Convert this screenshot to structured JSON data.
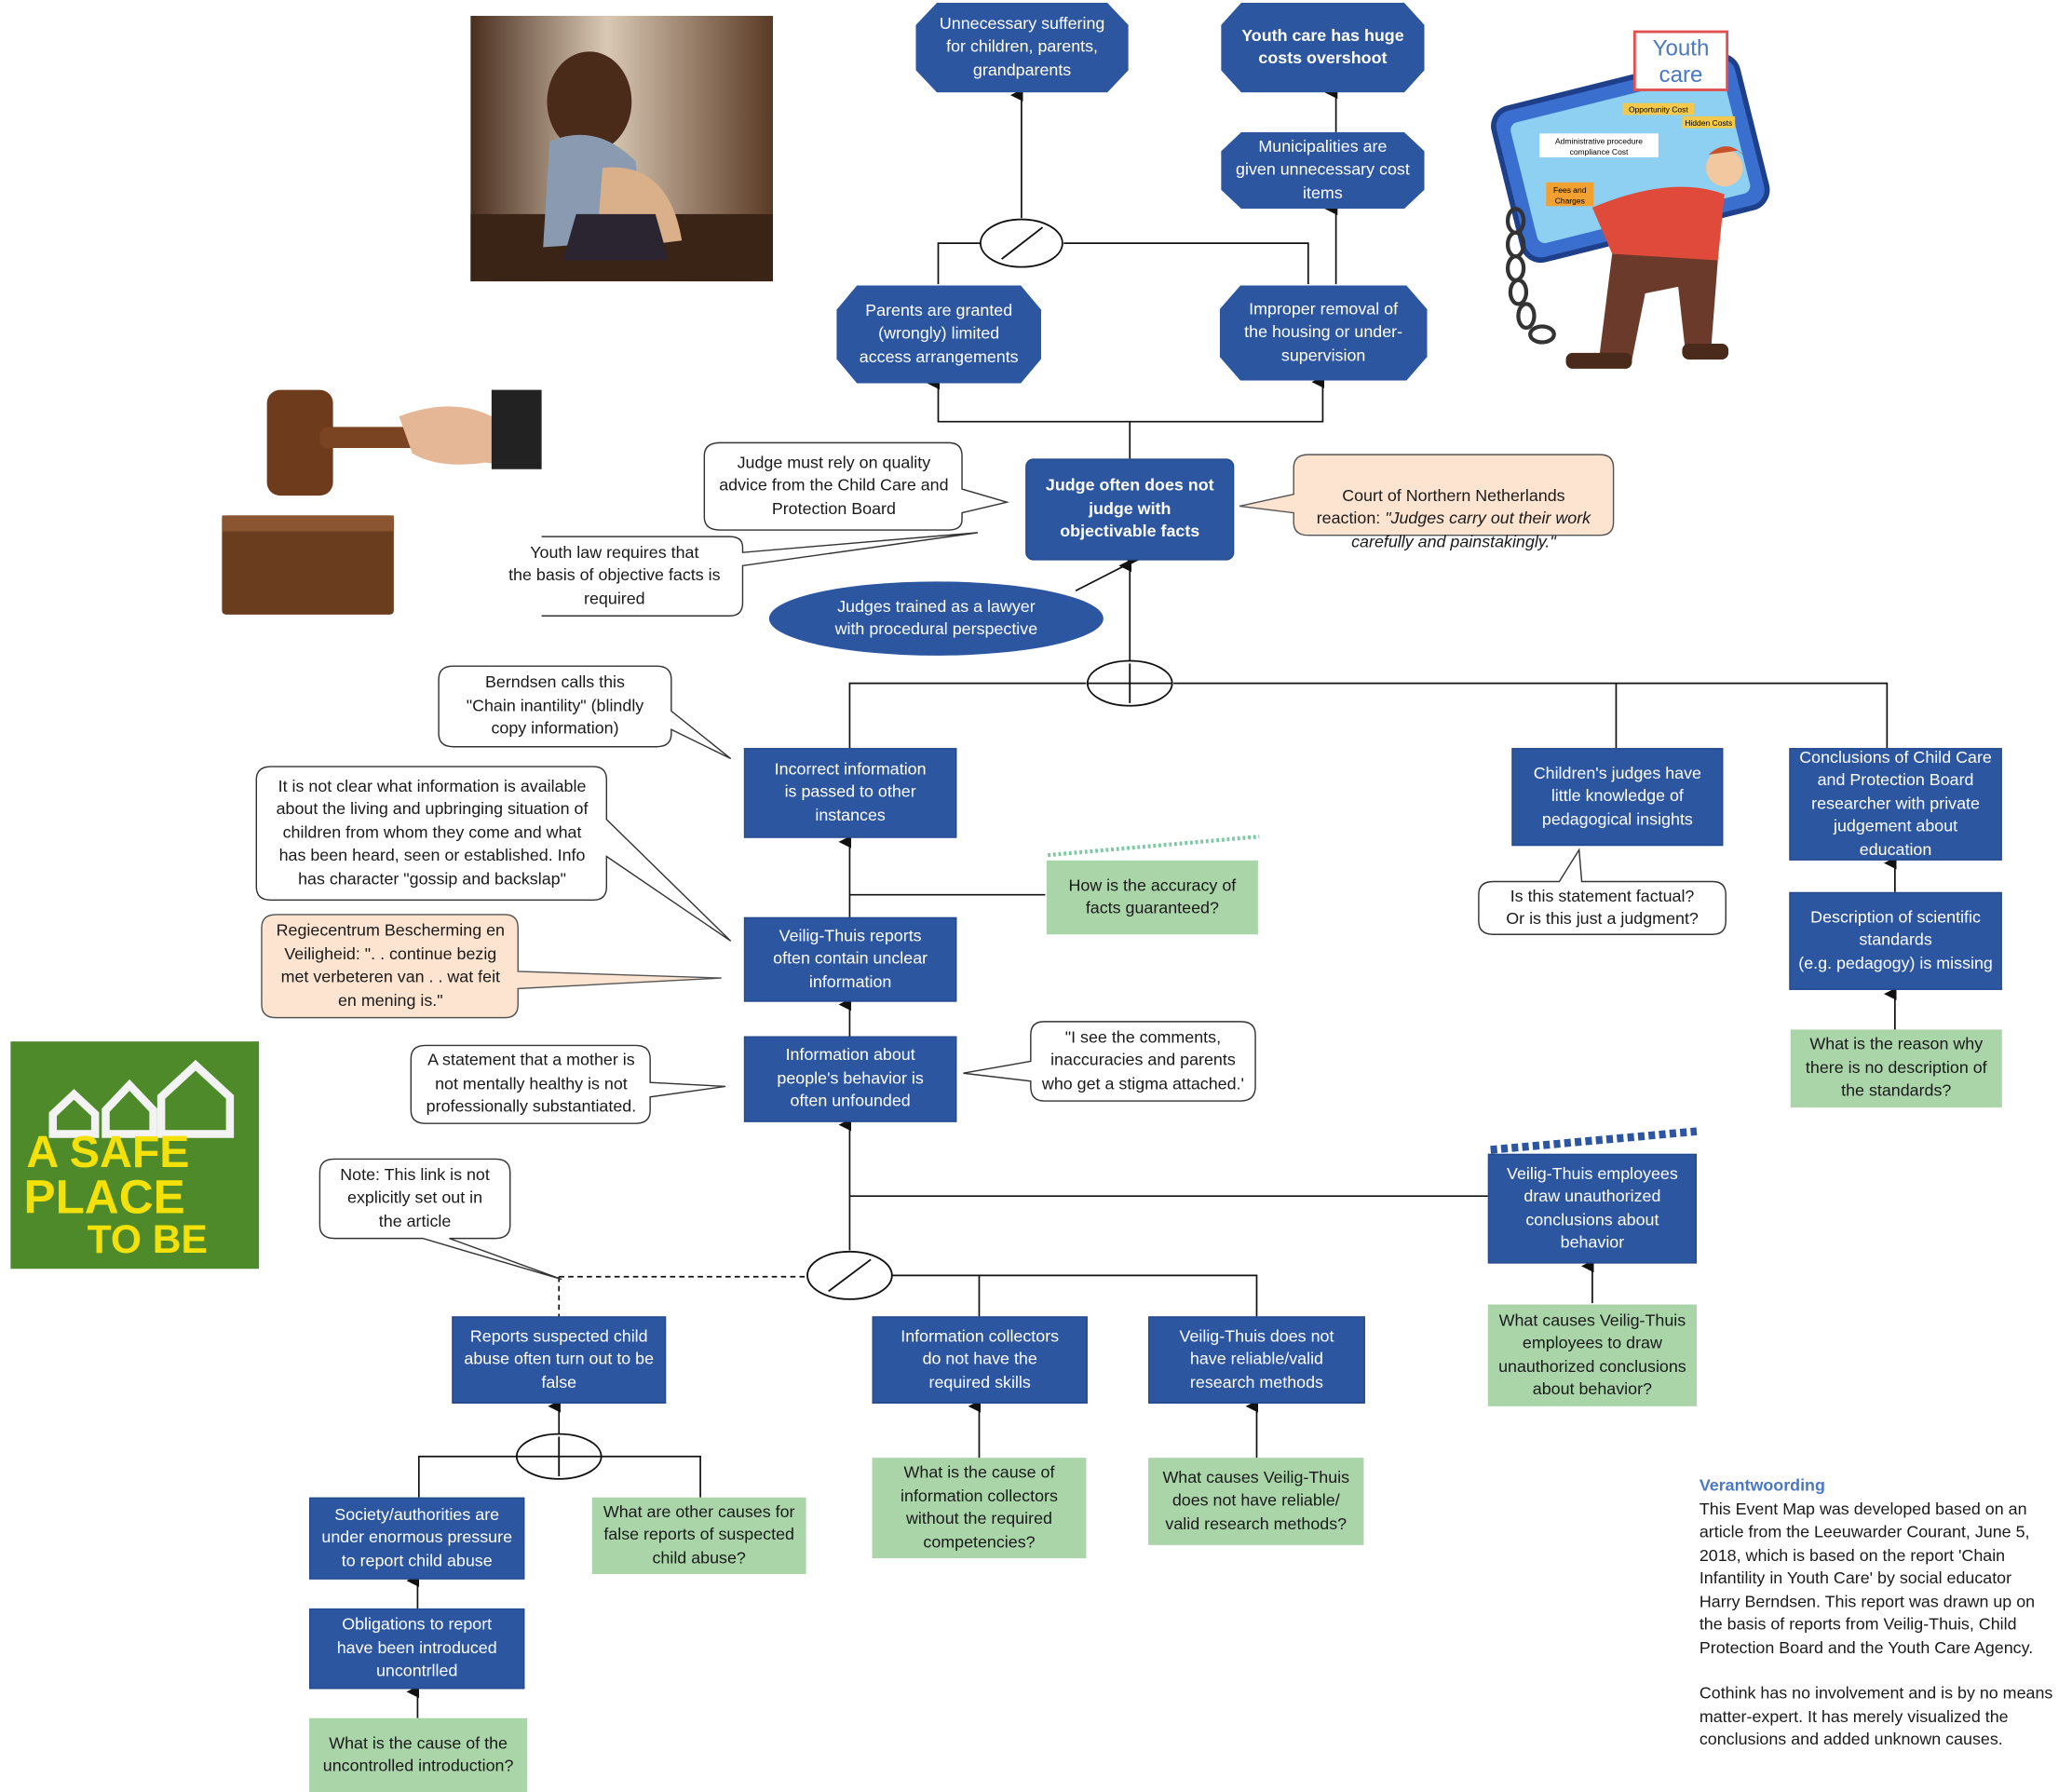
{
  "nodes": {
    "unnecessary_suffering": "Unnecessary suffering\nfor children, parents,\ngrandparents",
    "youth_care_costs": "Youth care has huge\ncosts overshoot",
    "municipalities_costs": "Municipalities are\ngiven unnecessary cost\nitems",
    "parents_limited_access": "Parents are granted\n(wrongly) limited\naccess arrangements",
    "improper_removal": "Improper removal of\nthe housing or under-\nsupervision",
    "judge_objective": "Judge often does not\njudge with\nobjectivable facts",
    "judges_trained": "Judges trained as a lawyer\nwith procedural perspective",
    "incorrect_information": "Incorrect information\nis passed to other\ninstances",
    "childrens_judges": "Children's judges have\nlittle knowledge of\npedagogical insights",
    "conclusions_board": "Conclusions of Child Care\nand Protection Board\nresearcher with private\njudgement about\neducation",
    "description_standards": "Description of scientific\nstandards\n(e.g. pedagogy) is missing",
    "veilig_thuis_reports": "Veilig-Thuis reports\noften contain unclear\ninformation",
    "information_unfounded": "Information about\npeople's behavior is\noften unfounded",
    "vt_employees_conclusions": "Veilig-Thuis employees\ndraw unauthorized\nconclusions about\nbehavior",
    "reports_false": "Reports suspected child\nabuse often turn out to be\nfalse",
    "collectors_skills": "Information collectors\ndo not have the\nrequired skills",
    "vt_methods": "Veilig-Thuis does not\nhave reliable/valid\nresearch methods",
    "society_pressure": "Society/authorities are\nunder enormous pressure\nto report child abuse",
    "obligations_report": "Obligations to report\nhave been introduced\nuncontrlled"
  },
  "questions": {
    "accuracy_facts": "How is the accuracy of\nfacts guaranteed?",
    "reason_no_description": "What is the reason why\nthere is no description of\nthe standards?",
    "causes_vt_employees": "What causes Veilig-Thuis\nemployees to draw\nunauthorized conclusions\nabout behavior?",
    "other_causes_false": "What are other causes for\nfalse reports of suspected\nchild abuse?",
    "cause_collectors": "What is the cause of\ninformation collectors\nwithout the required\ncompetencies?",
    "causes_vt_methods": "What causes Veilig-Thuis\ndoes not have reliable/\nvalid research methods?",
    "cause_uncontrolled": "What is the cause of the\nuncontrolled introduction?"
  },
  "callouts": {
    "judge_rely": "Judge must rely on quality\nadvice from the Child Care and\nProtection Board",
    "youth_law": "Youth law requires that\nthe basis of objective facts is\nrequired",
    "court_reaction_prefix": "Court of Northern Netherlands\nreaction: ",
    "court_reaction_quote": "\"Judges carry out their work\ncarefully and painstakingly.\"",
    "berndsen": "Berndsen calls this\n\"Chain inantility\" (blindly\ncopy information)",
    "not_clear": "It is not clear what information is available\nabout the living and upbringing situation of\nchildren from whom they come and what\nhas been heard, seen or established. Info\nhas character \"gossip and backslap\"",
    "regiecentrum": "Regiecentrum Bescherming en\nVeiligheid: \". . continue bezig\nmet verbeteren van . . wat feit\nen mening is.\"",
    "mother_statement": "A statement that a mother is\nnot mentally healthy is not\nprofessionally substantiated.",
    "see_comments": "\"I see the comments,\ninaccuracies and parents\nwho get a stigma attached.'",
    "factual": "Is this statement factual?\nOr is this just a judgment?",
    "note_link": "Note: This link is not\nexplicitly set out in\nthe article"
  },
  "pictures": {
    "youth_care_title": "Youth\ncare",
    "tablet_labels": [
      "Opportunity Cost",
      "Hidden Costs",
      "Administrative procedure\ncompliance Cost",
      "Fees and\nCharges"
    ],
    "safe_place": [
      "A SAFE",
      "PLACE",
      "TO BE"
    ]
  },
  "verantwoording": {
    "title": "Verantwoording",
    "p1": "This Event Map was developed based on an\narticle from the Leeuwarder Courant, June 5,\n2018, which is based on the report 'Chain\nInfantility in Youth Care' by social educator\nHarry Berndsen. This report was drawn up on\nthe basis of reports from Veilig-Thuis, Child\nProtection Board and the Youth Care Agency.",
    "p2": "Cothink has no involvement and is by no means\nmatter-expert. It has merely visualized the\nconclusions and added unknown causes."
  },
  "colors": {
    "node_blue": "#2c56a0",
    "question_green": "#a9d5a9",
    "peach": "#fde4d0",
    "title_blue": "#4a78c2"
  }
}
